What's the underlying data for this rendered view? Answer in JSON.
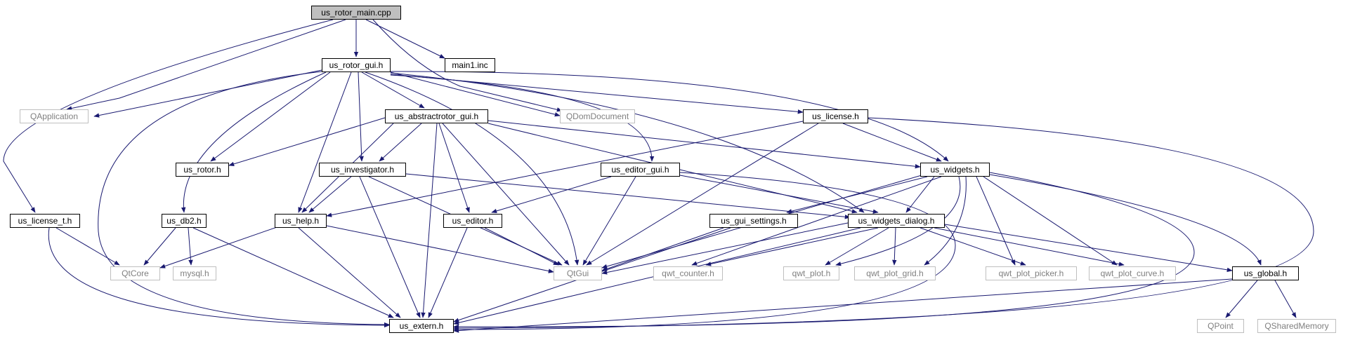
{
  "diagram": {
    "colors": {
      "edge": "#191970",
      "external_border": "#bfbfbf",
      "external_text": "#808080",
      "root_fill": "#bfbfbf"
    },
    "nodes": {
      "us_rotor_main_cpp": "us_rotor_main.cpp",
      "us_rotor_gui_h": "us_rotor_gui.h",
      "main1_inc": "main1.inc",
      "qapplication": "QApplication",
      "qdomdocument": "QDomDocument",
      "us_abstractrotor_gui_h": "us_abstractrotor_gui.h",
      "us_license_h": "us_license.h",
      "us_rotor_h": "us_rotor.h",
      "us_investigator_h": "us_investigator.h",
      "us_editor_gui_h": "us_editor_gui.h",
      "us_widgets_h": "us_widgets.h",
      "us_license_t_h": "us_license_t.h",
      "us_db2_h": "us_db2.h",
      "us_help_h": "us_help.h",
      "us_editor_h": "us_editor.h",
      "us_gui_settings_h": "us_gui_settings.h",
      "us_widgets_dialog_h": "us_widgets_dialog.h",
      "qtcore": "QtCore",
      "mysql_h": "mysql.h",
      "qtgui": "QtGui",
      "qwt_counter_h": "qwt_counter.h",
      "qwt_plot_h": "qwt_plot.h",
      "qwt_plot_grid_h": "qwt_plot_grid.h",
      "qwt_plot_picker_h": "qwt_plot_picker.h",
      "qwt_plot_curve_h": "qwt_plot_curve.h",
      "us_global_h": "us_global.h",
      "us_extern_h": "us_extern.h",
      "qpoint": "QPoint",
      "qsharedmemory": "QSharedMemory"
    }
  }
}
